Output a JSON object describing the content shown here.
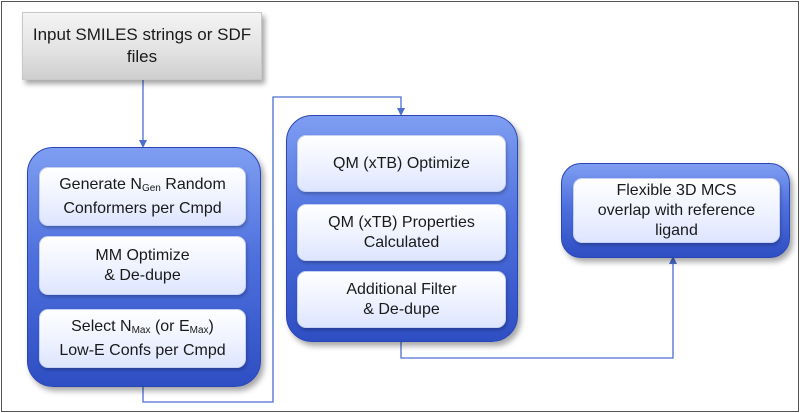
{
  "input": {
    "line1": "Input SMILES strings or",
    "line2": "SDF files"
  },
  "group1": {
    "step1": {
      "a": "Generate N",
      "a_sub": "Gen",
      "b": " Random",
      "line2": "Conformers per Cmpd"
    },
    "step2": {
      "line1": "MM Optimize",
      "line2": "& De-dupe"
    },
    "step3": {
      "a": "Select N",
      "a_sub": "Max",
      "b": " (or E",
      "b_sub": "Max",
      "c": ")",
      "line2": "Low-E Confs per Cmpd"
    }
  },
  "group2": {
    "step1": {
      "line1": "QM (xTB) Optimize"
    },
    "step2": {
      "line1": "QM (xTB) Properties",
      "line2": "Calculated"
    },
    "step3": {
      "line1": "Additional Filter",
      "line2": "& De-dupe"
    }
  },
  "group3": {
    "step1": {
      "line1": "Flexible 3D MCS",
      "line2": "overlap with reference",
      "line3": "ligand"
    }
  },
  "colors": {
    "group_top": "#7f9ef2",
    "group_bottom": "#2e4ec3",
    "connector": "#4a6fd0",
    "input_box": "#e3e3e3"
  }
}
